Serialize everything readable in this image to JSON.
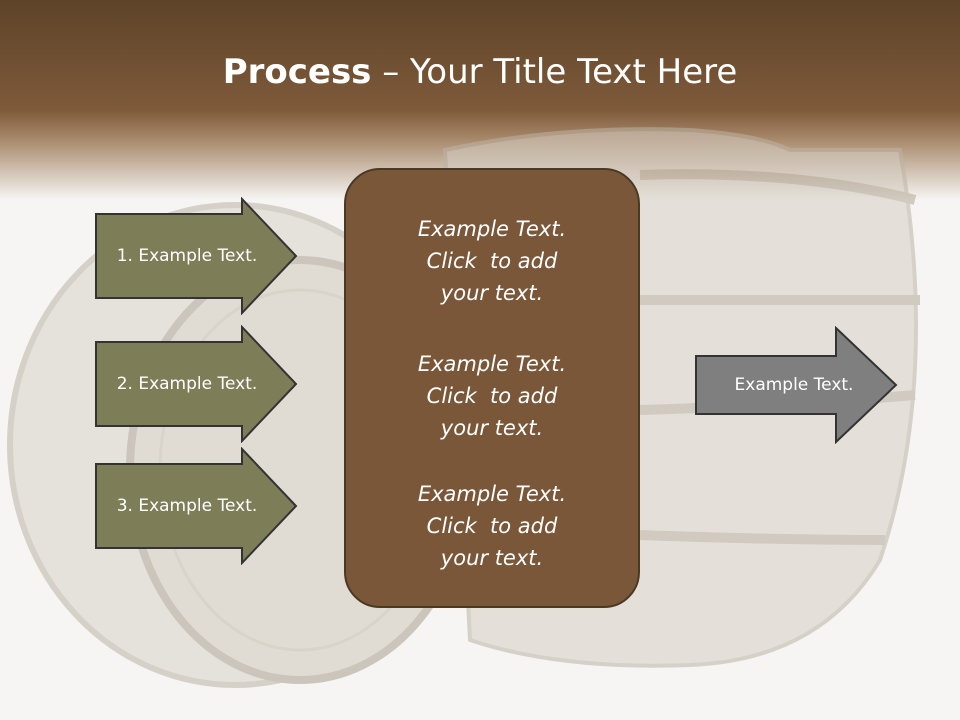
{
  "title": {
    "bold": "Process",
    "rest": " – Your Title Text Here"
  },
  "steps": [
    {
      "label": "1. Example Text."
    },
    {
      "label": "2. Example Text."
    },
    {
      "label": "3. Example Text."
    }
  ],
  "center": [
    {
      "l1": "Example Text.",
      "l2": "Click  to add",
      "l3": "your text."
    },
    {
      "l1": "Example Text.",
      "l2": "Click  to add",
      "l3": "your text."
    },
    {
      "l1": "Example Text.",
      "l2": "Click  to add",
      "l3": "your text."
    }
  ],
  "result": {
    "label": "Example Text."
  },
  "colors": {
    "header": "#6e4f33",
    "step_fill": "#7d7d58",
    "center_fill": "#7a5739",
    "result_fill": "#7f7f7f"
  }
}
